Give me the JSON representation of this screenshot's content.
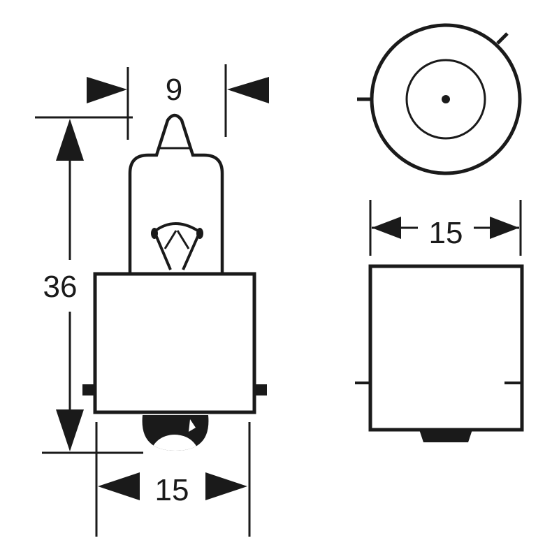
{
  "dimensions": {
    "bulb_width": "9",
    "overall_height": "36",
    "base_width_side": "15",
    "base_width_front": "15"
  },
  "colors": {
    "stroke": "#1a1a1a",
    "background": "#ffffff"
  }
}
